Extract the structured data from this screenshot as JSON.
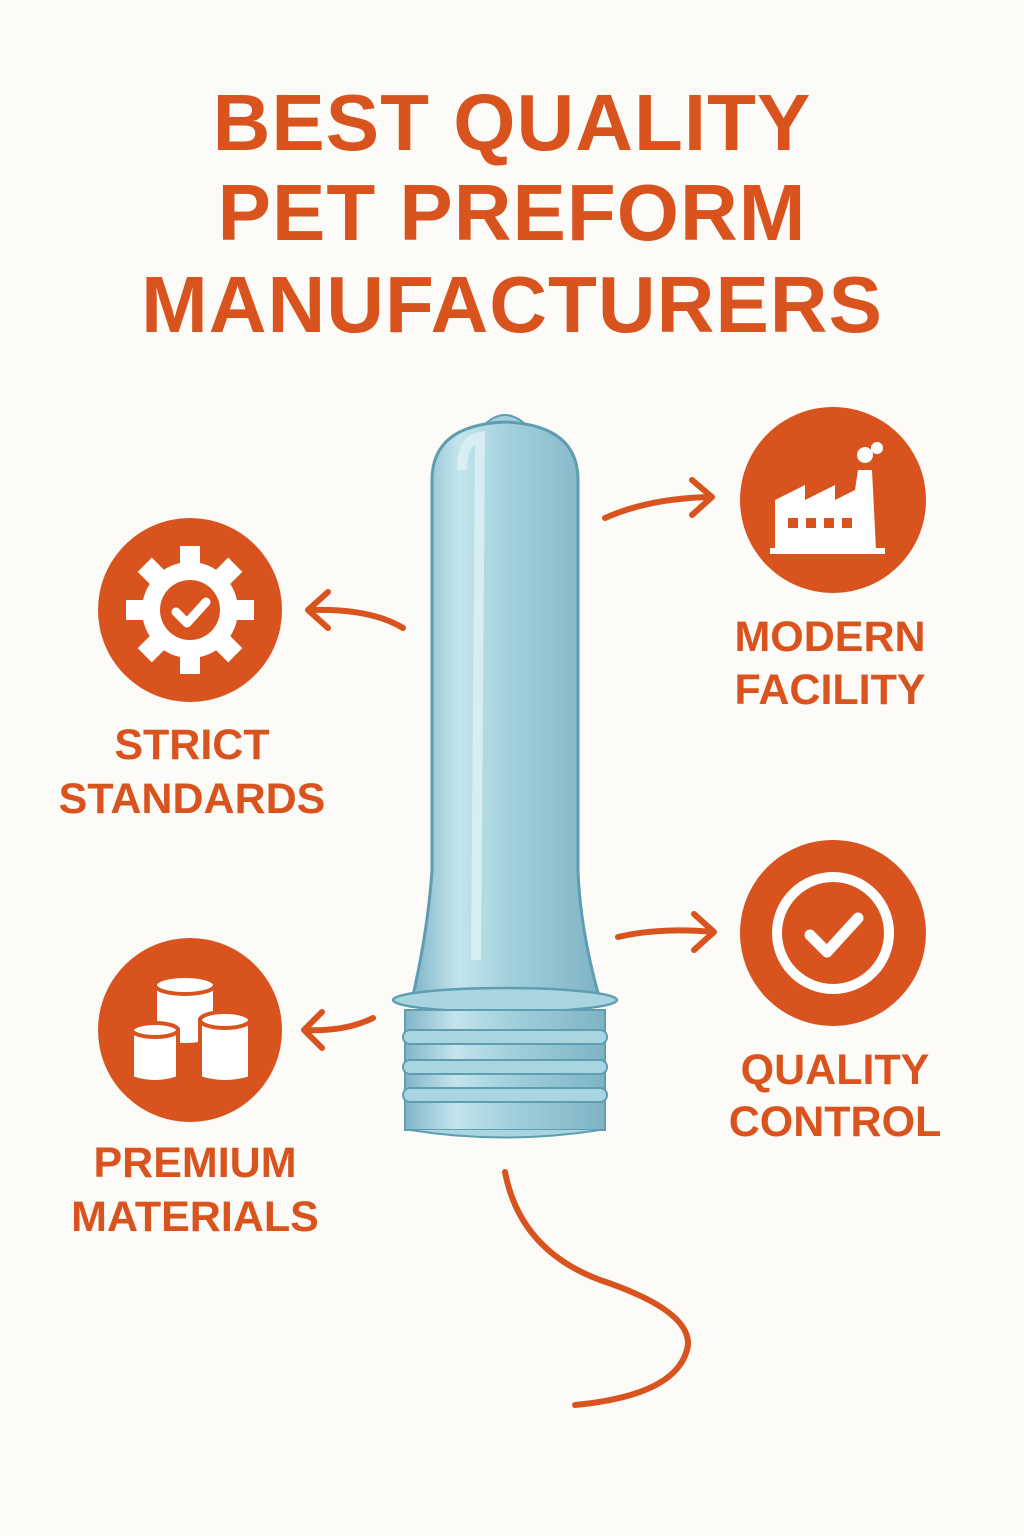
{
  "title": {
    "line1": "BEST QUALITY",
    "line2": "PET PREFORM",
    "line3": "MANUFACTURERS"
  },
  "features": [
    {
      "icon": "gear-check-icon",
      "line1": "STRICT",
      "line2": "STANDARDS"
    },
    {
      "icon": "factory-icon",
      "line1": "MODERN",
      "line2": "FACILITY"
    },
    {
      "icon": "check-circle-icon",
      "line1": "QUALITY",
      "line2": "CONTROL"
    },
    {
      "icon": "materials-icon",
      "line1": "PREMIUM",
      "line2": "MATERIALS"
    }
  ],
  "colors": {
    "accent": "#d9531e",
    "preform": "#9fcfdc",
    "background": "#fcfbf7"
  }
}
